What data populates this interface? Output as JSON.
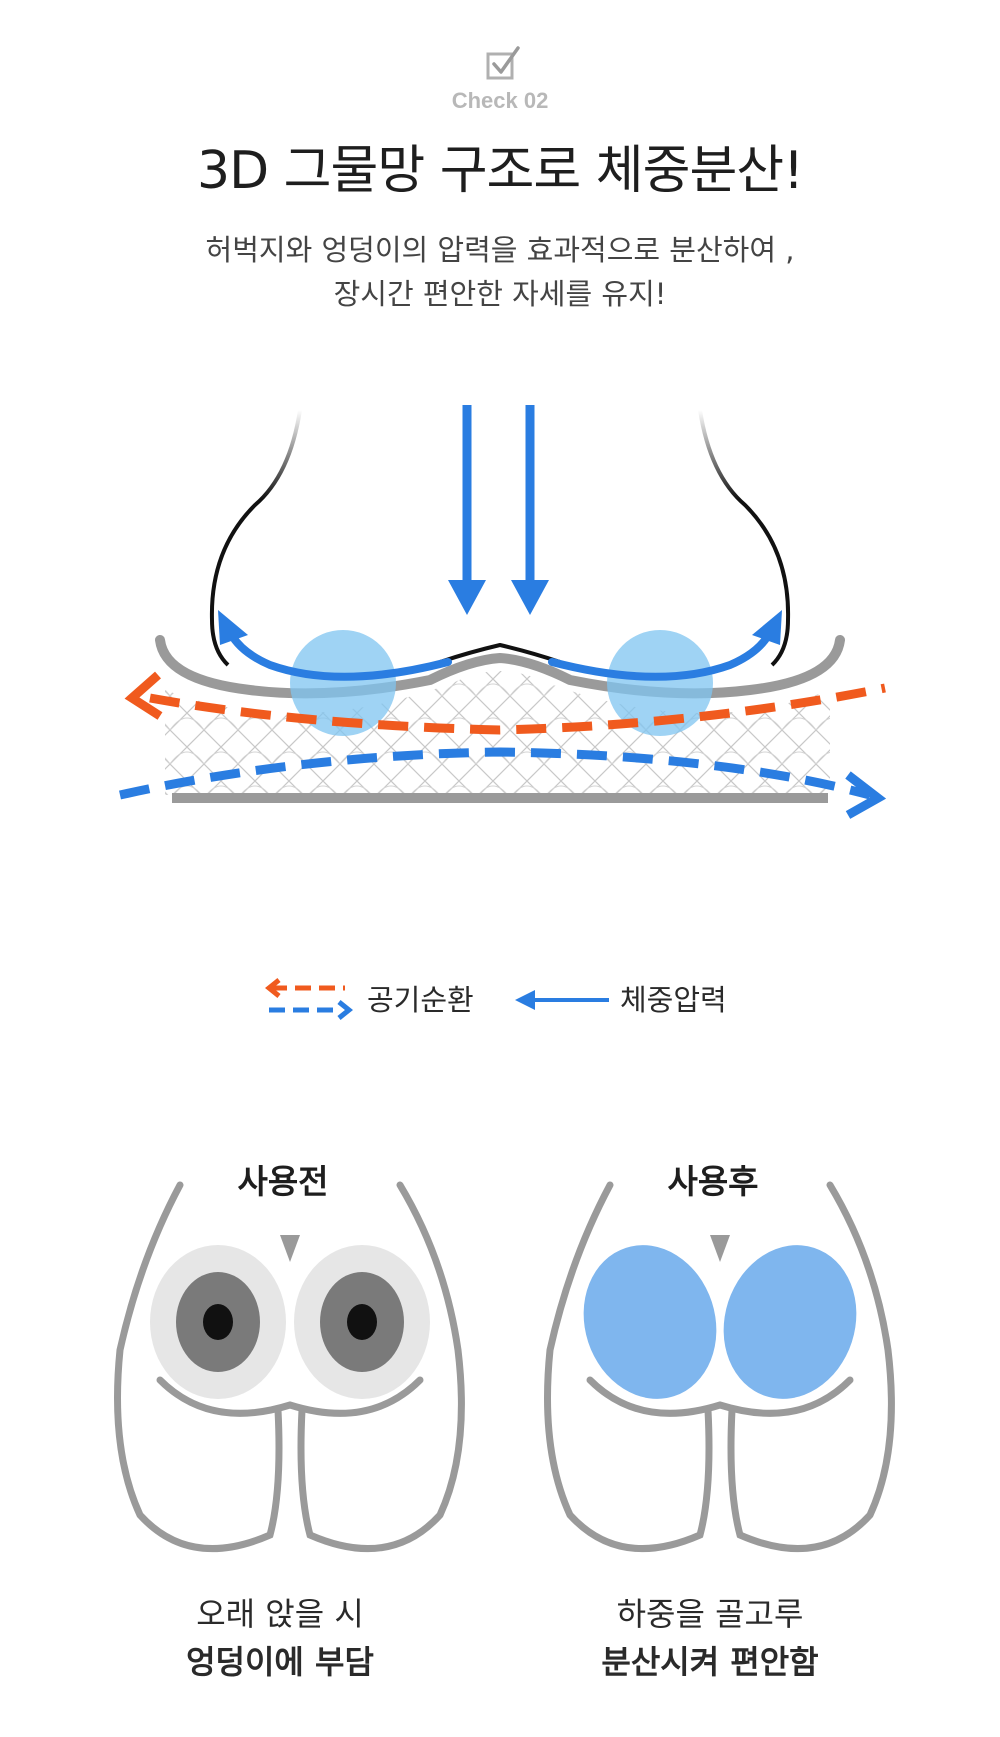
{
  "header": {
    "check_label": "Check 02",
    "title": "3D 그물망 구조로 체중분산!",
    "description_line1": "허벅지와 엉덩이의 압력을 효과적으로 분산하여 ,",
    "description_line2": "장시간 편안한 자세를 유지!"
  },
  "legend": {
    "air_label": "공기순환",
    "pressure_label": "체중압력"
  },
  "comparison": {
    "before": {
      "title": "사용전",
      "caption_line1": "오래 앉을 시",
      "caption_line2": "엉덩이에 부담"
    },
    "after": {
      "title": "사용후",
      "caption_line1": "하중을 골고루",
      "caption_line2": "분산시켜 편안함"
    }
  },
  "colors": {
    "air_orange": "#f05a1e",
    "pressure_blue": "#2a7de1",
    "distribution_blue": "#7fb6ee",
    "gray_line": "#9a9a9a"
  },
  "icons": [
    "checkbox-icon"
  ]
}
